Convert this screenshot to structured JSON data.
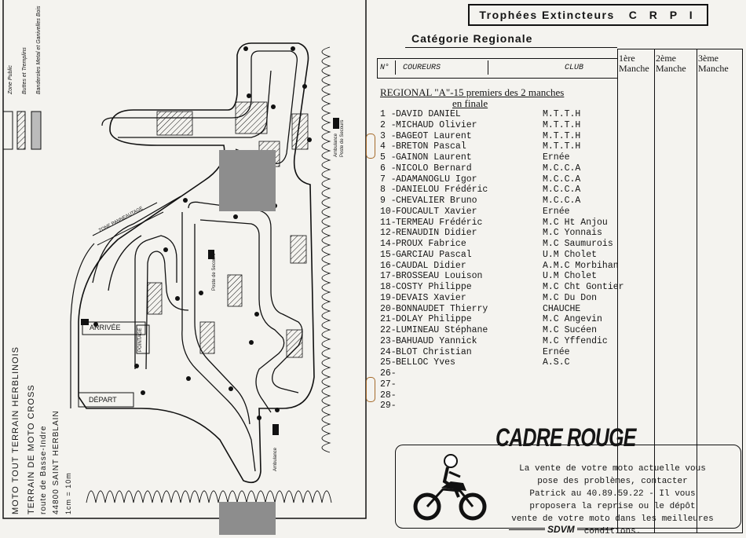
{
  "header": {
    "trophy_prefix": "Trophées Extincteurs",
    "trophy_brand": "C R P I",
    "category": "Catégorie Regionale"
  },
  "table": {
    "col_num": "N°",
    "col_rider": "COUREURS",
    "col_club": "CLUB",
    "rounds": [
      "1ère\nManche",
      "2ème\nManche",
      "3ème\n Manche"
    ]
  },
  "section": {
    "line1": "REGIONAL \"A\"-15 premiers des 2 manches",
    "line2": "en finale"
  },
  "riders": [
    {
      "pos": "1 -",
      "name": "DAVID DANIEL",
      "club": "M.T.T.H"
    },
    {
      "pos": "2 -",
      "name": "MICHAUD Olivier",
      "club": "M.T.T.H"
    },
    {
      "pos": "3 -",
      "name": "BAGEOT Laurent",
      "club": "M.T.T.H"
    },
    {
      "pos": "4 -",
      "name": "BRETON Pascal",
      "club": "M.T.T.H"
    },
    {
      "pos": "5 -",
      "name": "GAINON Laurent",
      "club": "Ernée"
    },
    {
      "pos": "6 -",
      "name": "NICOLO Bernard",
      "club": "M.C.C.A"
    },
    {
      "pos": "7 -",
      "name": "ADAMANOGLU Igor",
      "club": "M.C.C.A"
    },
    {
      "pos": "8 -",
      "name": "DANIELOU Frédéric",
      "club": "M.C.C.A"
    },
    {
      "pos": "9 -",
      "name": "CHEVALIER Bruno",
      "club": "M.C.C.A"
    },
    {
      "pos": "10-",
      "name": "FOUCAULT Xavier",
      "club": "Ernée"
    },
    {
      "pos": "11-",
      "name": "TERMEAU Frédéric",
      "club": "M.C Ht Anjou"
    },
    {
      "pos": "12-",
      "name": "RENAUDIN Didier",
      "club": "M.C Yonnais"
    },
    {
      "pos": "14-",
      "name": "PROUX Fabrice",
      "club": "M.C Saumurois"
    },
    {
      "pos": "15-",
      "name": "GARCIAU Pascal",
      "club": "U.M Cholet"
    },
    {
      "pos": "16-",
      "name": "CAUDAL Didier",
      "club": "A.M.C Morbihan"
    },
    {
      "pos": "17-",
      "name": "BROSSEAU Louison",
      "club": "U.M Cholet"
    },
    {
      "pos": "18-",
      "name": "COSTY Philippe",
      "club": "M.C Cht Gontier"
    },
    {
      "pos": "19-",
      "name": "DEVAIS Xavier",
      "club": "M.C Du Don"
    },
    {
      "pos": "20-",
      "name": "BONNAUDET Thierry",
      "club": "CHAUCHE"
    },
    {
      "pos": "21-",
      "name": "DOLAY Philippe",
      "club": "M.C Angevin"
    },
    {
      "pos": "22-",
      "name": "LUMINEAU Stéphane",
      "club": "M.C Sucéen"
    },
    {
      "pos": "23-",
      "name": "BAHUAUD Yannick",
      "club": "M.C Yffendic"
    },
    {
      "pos": "24-",
      "name": "BLOT Christian",
      "club": "Ernée"
    },
    {
      "pos": "25-",
      "name": "BELLOC Yves",
      "club": "A.S.C"
    },
    {
      "pos": "26-",
      "name": "",
      "club": ""
    },
    {
      "pos": "27-",
      "name": "",
      "club": ""
    },
    {
      "pos": "28-",
      "name": "",
      "club": ""
    },
    {
      "pos": "29-",
      "name": "",
      "club": ""
    }
  ],
  "map": {
    "title_line1": "MOTO TOUT TERRAIN HERBLINOIS",
    "title_line2": "TERRAIN DE MOTO CROSS",
    "title_line3": "route de Basse-Indre",
    "title_line4": "44800 SAINT HERBLAIN",
    "scale": "1cm = 10m",
    "legend": [
      "Zone Public",
      "Buttes et Tremplins",
      "Banderoles Metal et Ganivelles Bois"
    ],
    "arrivee": "ARRIVÉE",
    "depart": "DÉPART",
    "pointage": "POINTAGE",
    "poste_secours": "Poste de Secours",
    "ambulance": "Ambulance",
    "zone_panneautage": "ZONE PANNEAUTAGE"
  },
  "ad": {
    "title": "CADRE ROUGE",
    "line1": "La vente de votre moto actuelle vous",
    "line2": "pose des problèmes, contacter",
    "line3": "Patrick au 40.89.59.22 - Il vous",
    "line4": "proposera la reprise ou le dépôt",
    "line5": "vente de votre moto dans les meilleures",
    "line6": "conditions.",
    "signature": "SDVM"
  }
}
